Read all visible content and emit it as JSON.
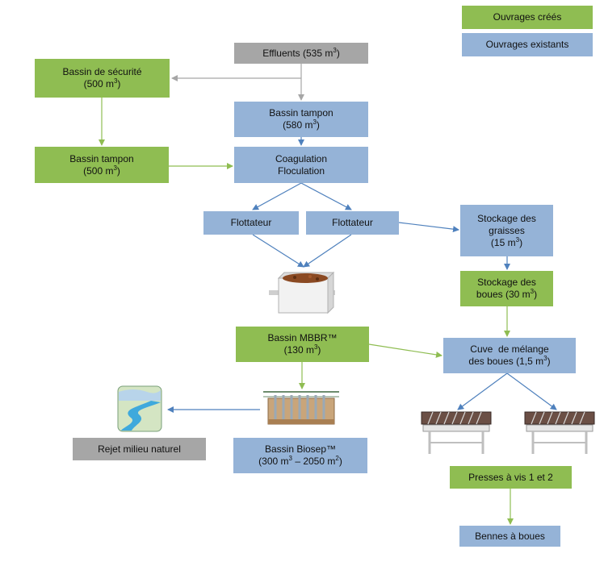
{
  "colors": {
    "created": "#8fbd52",
    "existing": "#95b3d7",
    "other": "#a6a6a6",
    "arrow_green": "#8fbd52",
    "arrow_blue": "#4f81bd",
    "arrow_grey": "#a6a6a6"
  },
  "legend": {
    "created": "Ouvrages créés",
    "existing": "Ouvrages existants"
  },
  "nodes": {
    "effluents": {
      "l1": "Effluents (535 m",
      "s1": "3",
      "t1": ")"
    },
    "bassin_securite": {
      "l1": "Bassin de sécurité",
      "l2": "(500 m",
      "s2": "3",
      "t2": ")"
    },
    "bassin_tampon_580": {
      "l1": "Bassin tampon",
      "l2": "(580 m",
      "s2": "3",
      "t2": ")"
    },
    "bassin_tampon_500": {
      "l1": "Bassin tampon",
      "l2": "(500 m",
      "s2": "3",
      "t2": ")"
    },
    "coagulation": {
      "l1": "Coagulation",
      "l2": "Floculation"
    },
    "flottateur_1": {
      "l1": "Flottateur"
    },
    "flottateur_2": {
      "l1": "Flottateur"
    },
    "stockage_graisses": {
      "l1": "Stockage des",
      "l2": "graisses",
      "l3": "(15 m",
      "s3": "3",
      "t3": ")"
    },
    "stockage_boues": {
      "l1": "Stockage des",
      "l2": "boues (30 m",
      "s2": "3",
      "t2": ")"
    },
    "bassin_mbbr": {
      "l1": "Bassin MBBR™",
      "l2": "(130 m",
      "s2": "3",
      "t2": ")"
    },
    "cuve_melange": {
      "l1": "Cuve  de mélange",
      "l2": "des boues (1,5 m",
      "s2": "3",
      "t2": ")"
    },
    "rejet": {
      "l1": "Rejet milieu naturel"
    },
    "bassin_biosep": {
      "l1": "Bassin Biosep™",
      "l2": "(300 m",
      "s2a": "3",
      "t2a": " – 2050 m",
      "s2b": "2",
      "t2b": ")"
    },
    "presses": {
      "l1": "Presses à vis 1 et 2"
    },
    "bennes": {
      "l1": "Bennes à boues"
    }
  },
  "icons": {
    "tank": "container-tank-icon",
    "bioreactor": "bioreactor-tank-icon",
    "river": "river-landscape-icon",
    "press": "screw-press-icon"
  }
}
